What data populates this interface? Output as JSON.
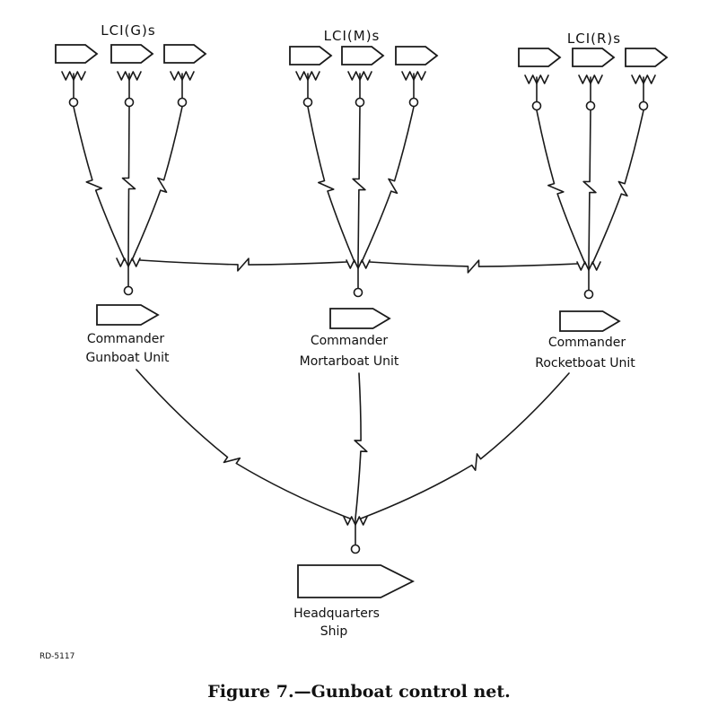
{
  "groups": [
    {
      "id": "gunboat",
      "label": "LCI(G)s",
      "unit_line1": "Commander",
      "unit_line2": "Gunboat Unit"
    },
    {
      "id": "mortarboat",
      "label": "LCI(M)s",
      "unit_line1": "Commander",
      "unit_line2": "Mortarboat Unit"
    },
    {
      "id": "rocketboat",
      "label": "LCI(R)s",
      "unit_line1": "Commander",
      "unit_line2": "Rocketboat Unit"
    }
  ],
  "headquarters": {
    "line1": "Headquarters",
    "line2": "Ship"
  },
  "drawing_code": "RD-5117",
  "caption": "Figure 7.—Gunboat control net."
}
